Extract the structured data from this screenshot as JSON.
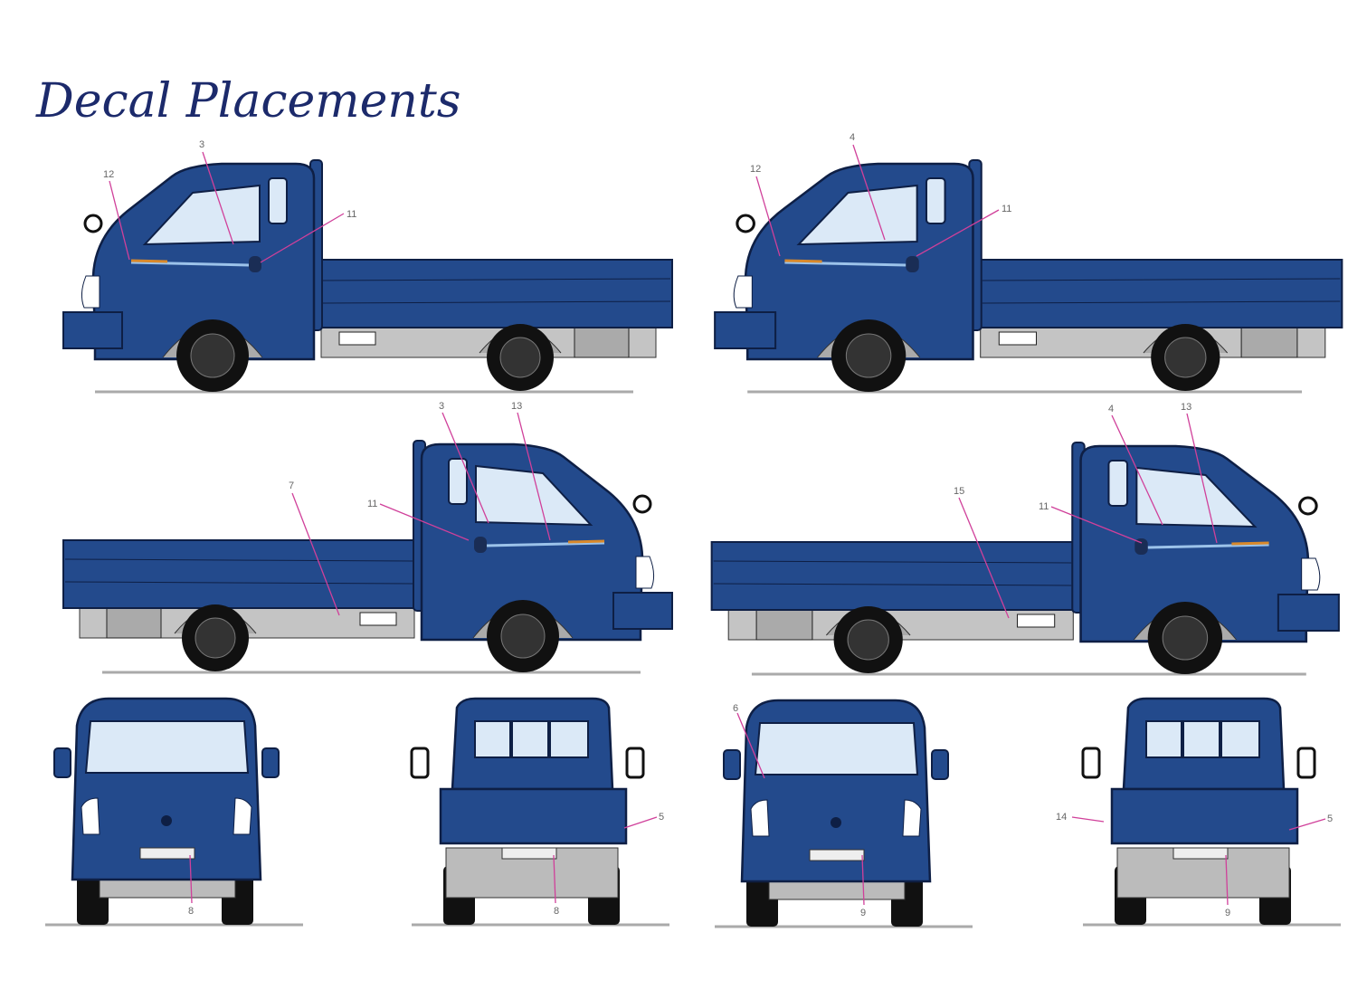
{
  "title": "Decal Placements",
  "colors": {
    "body": "#234a8c",
    "outline": "#0e1f45",
    "glass": "#dbe9f7",
    "chassis": "#bdbdbd",
    "leader": "#d0409a"
  },
  "views": [
    {
      "name": "left-side-standard-cab",
      "callouts": [
        "3",
        "12",
        "11"
      ]
    },
    {
      "name": "left-side-super-cab",
      "callouts": [
        "4",
        "12",
        "11"
      ]
    },
    {
      "name": "right-side-standard-cab",
      "callouts": [
        "3",
        "13",
        "7",
        "11"
      ]
    },
    {
      "name": "right-side-super-cab",
      "callouts": [
        "4",
        "13",
        "15",
        "11"
      ]
    },
    {
      "name": "front-standard",
      "callouts": [
        "8"
      ]
    },
    {
      "name": "rear-standard",
      "callouts": [
        "5",
        "8"
      ]
    },
    {
      "name": "front-super",
      "callouts": [
        "6",
        "9"
      ]
    },
    {
      "name": "rear-super",
      "callouts": [
        "14",
        "5",
        "9"
      ]
    }
  ]
}
